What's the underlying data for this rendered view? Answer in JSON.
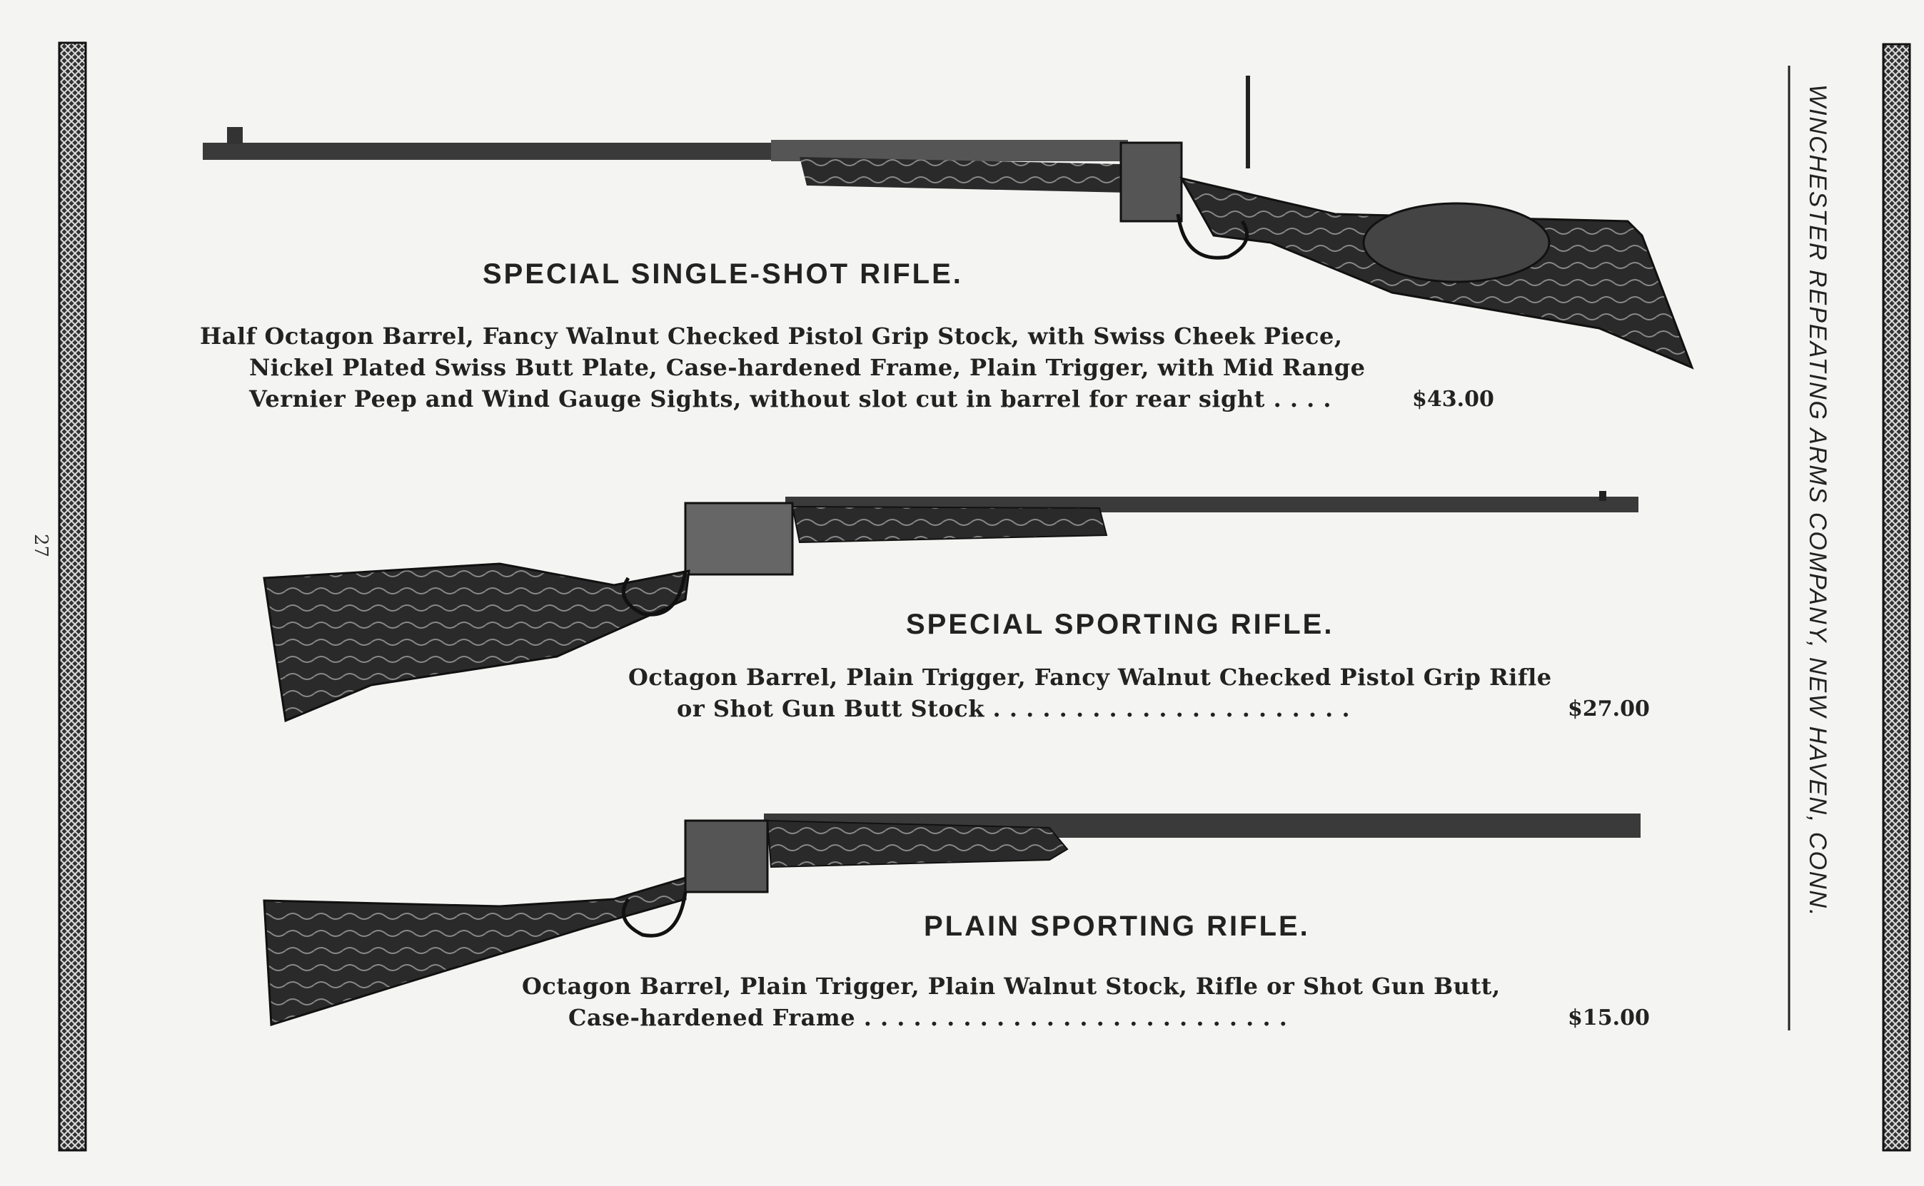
{
  "page_number": "27",
  "side_heading": "WINCHESTER REPEATING ARMS COMPANY, NEW HAVEN, CONN.",
  "products": [
    {
      "title": "SPECIAL SINGLE-SHOT RIFLE.",
      "lines": [
        "Half Octagon Barrel, Fancy Walnut Checked Pistol Grip Stock, with Swiss Cheek Piece,",
        "Nickel Plated Swiss Butt Plate, Case-hardened Frame, Plain Trigger, with Mid Range",
        "Vernier Peep and Wind Gauge Sights, without slot cut in barrel for rear sight . . . ."
      ],
      "price": "$43.00"
    },
    {
      "title": "SPECIAL SPORTING RIFLE.",
      "lines": [
        "Octagon Barrel, Plain Trigger, Fancy Walnut Checked Pistol Grip Rifle",
        "or Shot Gun Butt Stock . . . . . . . . . . . . . . . . . . . . . ."
      ],
      "price": "$27.00"
    },
    {
      "title": "PLAIN SPORTING RIFLE.",
      "lines": [
        "Octagon Barrel, Plain Trigger, Plain Walnut Stock, Rifle or Shot Gun Butt,",
        "Case-hardened Frame . . . . . . . . . . . . . . . . . . . . . . . . . ."
      ],
      "price": "$15.00"
    }
  ]
}
